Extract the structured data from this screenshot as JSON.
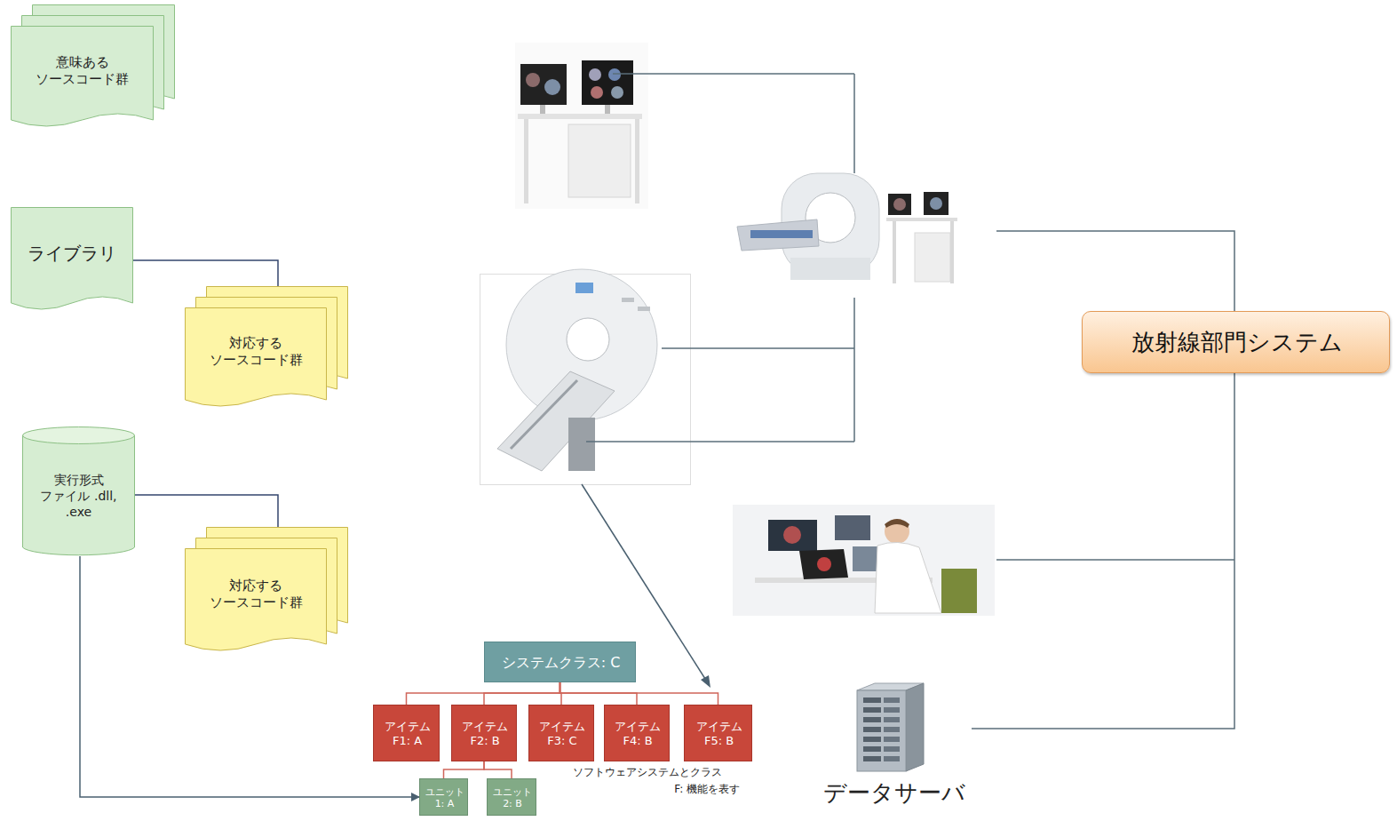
{
  "diagram": {
    "nodes": [
      {
        "text": [
          "意味ある ソースコード群"
        ]
      },
      {
        "text": [
          "ライブラリ"
        ]
      },
      {
        "text": [
          "対応する ソースコード群"
        ]
      },
      {
        "text": [
          "実行形式 ファイル .dll, .exe"
        ]
      },
      {
        "text": [
          "対応する ソースコード群"
        ]
      },
      {
        "text": [
          "放射線部門システム"
        ]
      },
      {
        "text": [
          "データサーバ"
        ]
      },
      {
        "text": [
          "システムクラス: C"
        ]
      },
      {
        "text": [
          "アイテム F1: A"
        ]
      },
      {
        "text": [
          "アイテム F2: B"
        ]
      },
      {
        "text": [
          "アイテム F3: C"
        ]
      },
      {
        "text": [
          "アイテム F4: B"
        ]
      },
      {
        "text": [
          "アイテム F5: B"
        ]
      },
      {
        "text": [
          "ユニット 1: A"
        ]
      },
      {
        "text": [
          "ユニット 2: B"
        ]
      }
    ],
    "edges": [
      {
        "from": 1,
        "to": 2,
        "arrow": "none"
      },
      {
        "from": 3,
        "to": 4,
        "arrow": "none"
      },
      {
        "from": 3,
        "to": 13,
        "arrow": "to"
      },
      {
        "from": 6,
        "to": 5,
        "arrow": "none"
      },
      {
        "from": 7,
        "to": 8,
        "arrow": "none"
      },
      {
        "from": 7,
        "to": 9,
        "arrow": "none"
      },
      {
        "from": 7,
        "to": 10,
        "arrow": "none"
      },
      {
        "from": 7,
        "to": 11,
        "arrow": "none"
      },
      {
        "from": 7,
        "to": 12,
        "arrow": "none"
      },
      {
        "from": 9,
        "to": 13,
        "arrow": "none"
      },
      {
        "from": 9,
        "to": 14,
        "arrow": "none"
      }
    ],
    "labels": [
      "ソフトウェアシステムとクラス",
      "F: 機能を表す"
    ]
  }
}
